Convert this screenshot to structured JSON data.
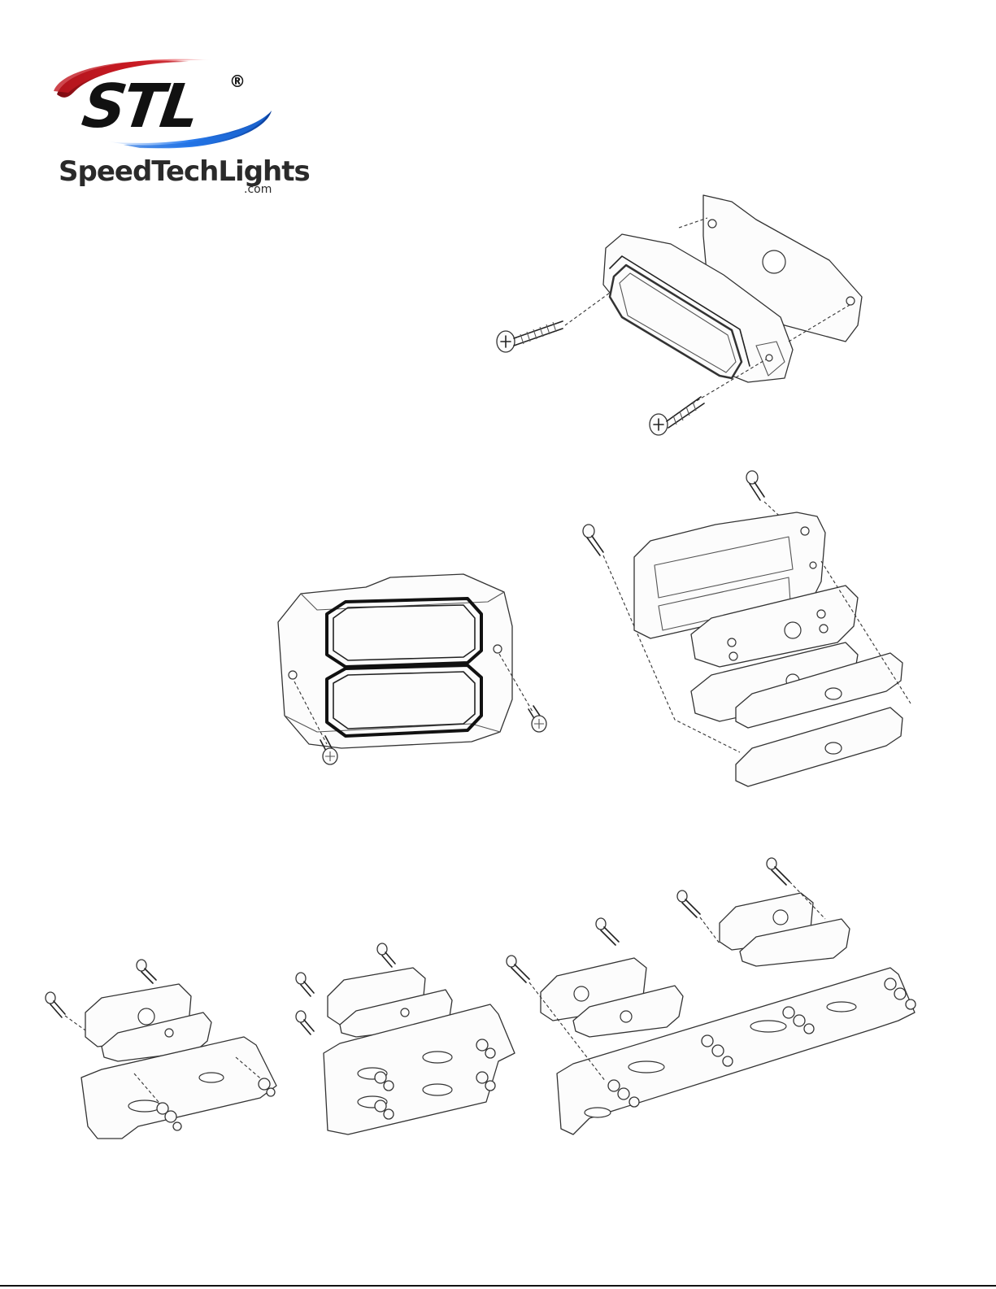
{
  "logo": {
    "mark_text": "STL",
    "registered": "®",
    "wordmark": "SpeedTechLights",
    "domain_suffix": ".com",
    "colors": {
      "red": "#e0262e",
      "blue": "#1f6fe0",
      "text": "#2a2a2a"
    }
  },
  "figures": [
    {
      "id": "single-light-mount",
      "icon": "exploded-single-pod-with-screws"
    },
    {
      "id": "dual-light-front",
      "icon": "dual-pod-front-with-screws"
    },
    {
      "id": "dual-light-exploded",
      "icon": "exploded-dual-pod-stack"
    },
    {
      "id": "bracket-single",
      "icon": "single-pod-on-bracket"
    },
    {
      "id": "bracket-double",
      "icon": "double-pod-on-bracket"
    },
    {
      "id": "bracket-triple",
      "icon": "multi-pod-on-long-bracket"
    }
  ]
}
